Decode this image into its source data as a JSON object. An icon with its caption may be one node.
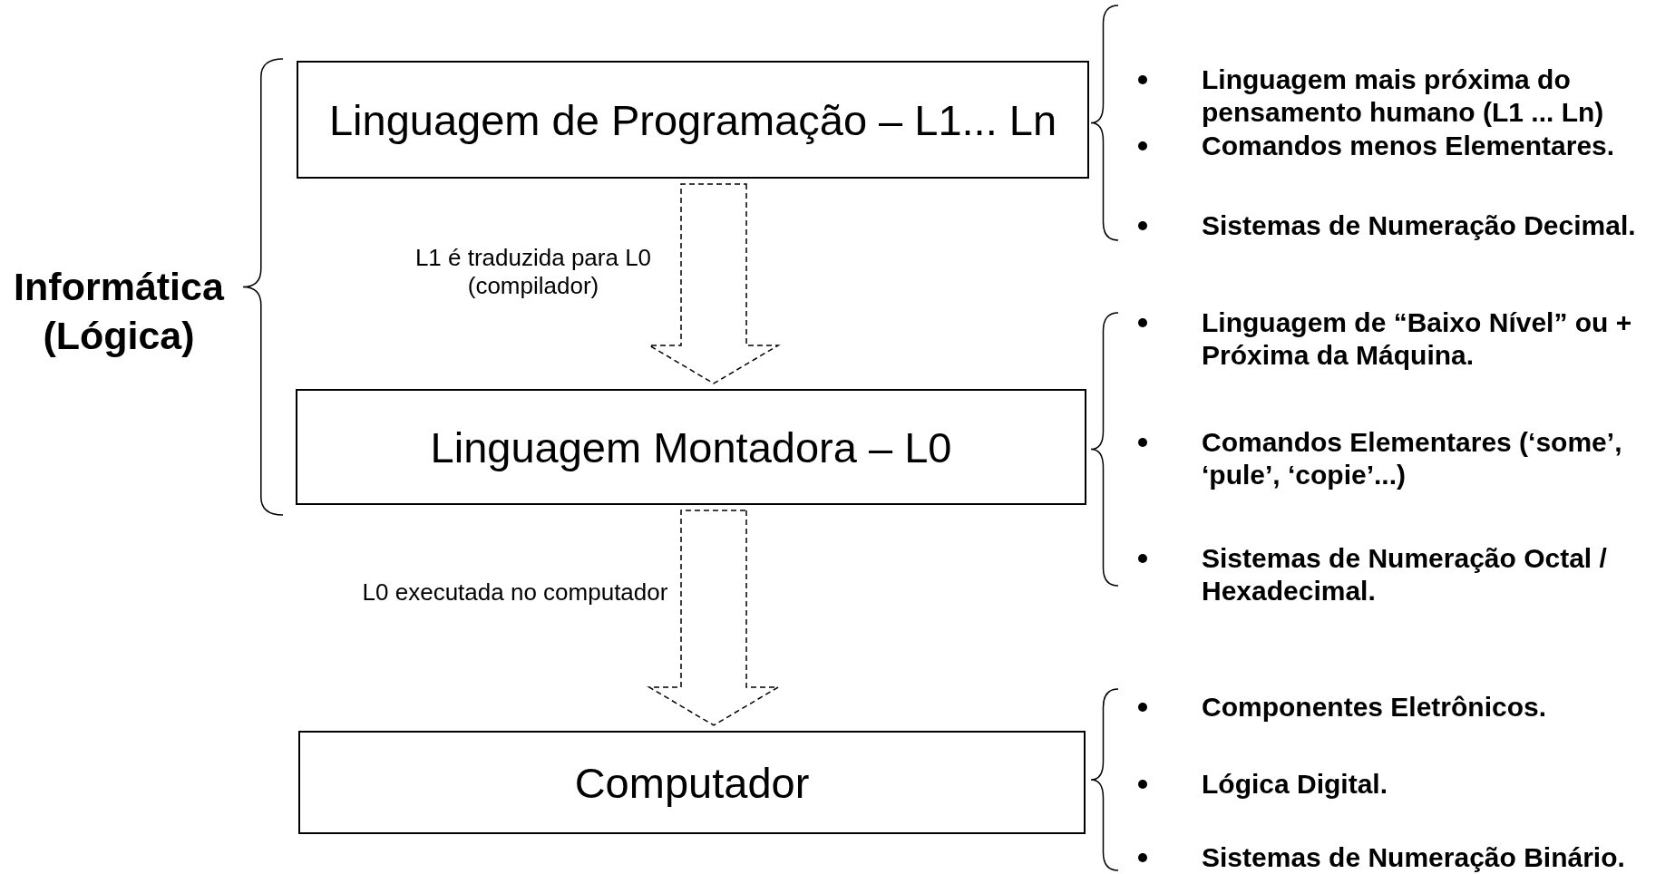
{
  "diagram": {
    "nodes": [
      {
        "text": [
          "Linguagem de Programação – L1... Ln"
        ],
        "beside": [
          "Linguagem mais próxima do pensamento humano (L1 ... Ln)",
          "Comandos menos Elementares.",
          "Sistemas de Numeração Decimal."
        ]
      },
      {
        "text": [
          "Linguagem Montadora – L0"
        ],
        "beside": [
          "Linguagem de “Baixo Nível” ou + Próxima da Máquina.",
          "Comandos Elementares (‘some’, ‘pule’, ‘copie’...)",
          "Sistemas de Numeração Octal / Hexadecimal."
        ]
      },
      {
        "text": [
          "Computador"
        ],
        "beside": [
          "Componentes Eletrônicos.",
          "Lógica Digital.",
          "Sistemas de Numeração Binário."
        ]
      }
    ],
    "edges": [
      {
        "from": 0,
        "to": 1,
        "arrow": "to",
        "style": "dashed",
        "label": "L1 é traduzida para L0 (compilador)"
      },
      {
        "from": 1,
        "to": 2,
        "arrow": "to",
        "style": "dashed",
        "label": "L0 executada no computador"
      }
    ],
    "labels": [
      "Informática (Lógica)"
    ]
  }
}
